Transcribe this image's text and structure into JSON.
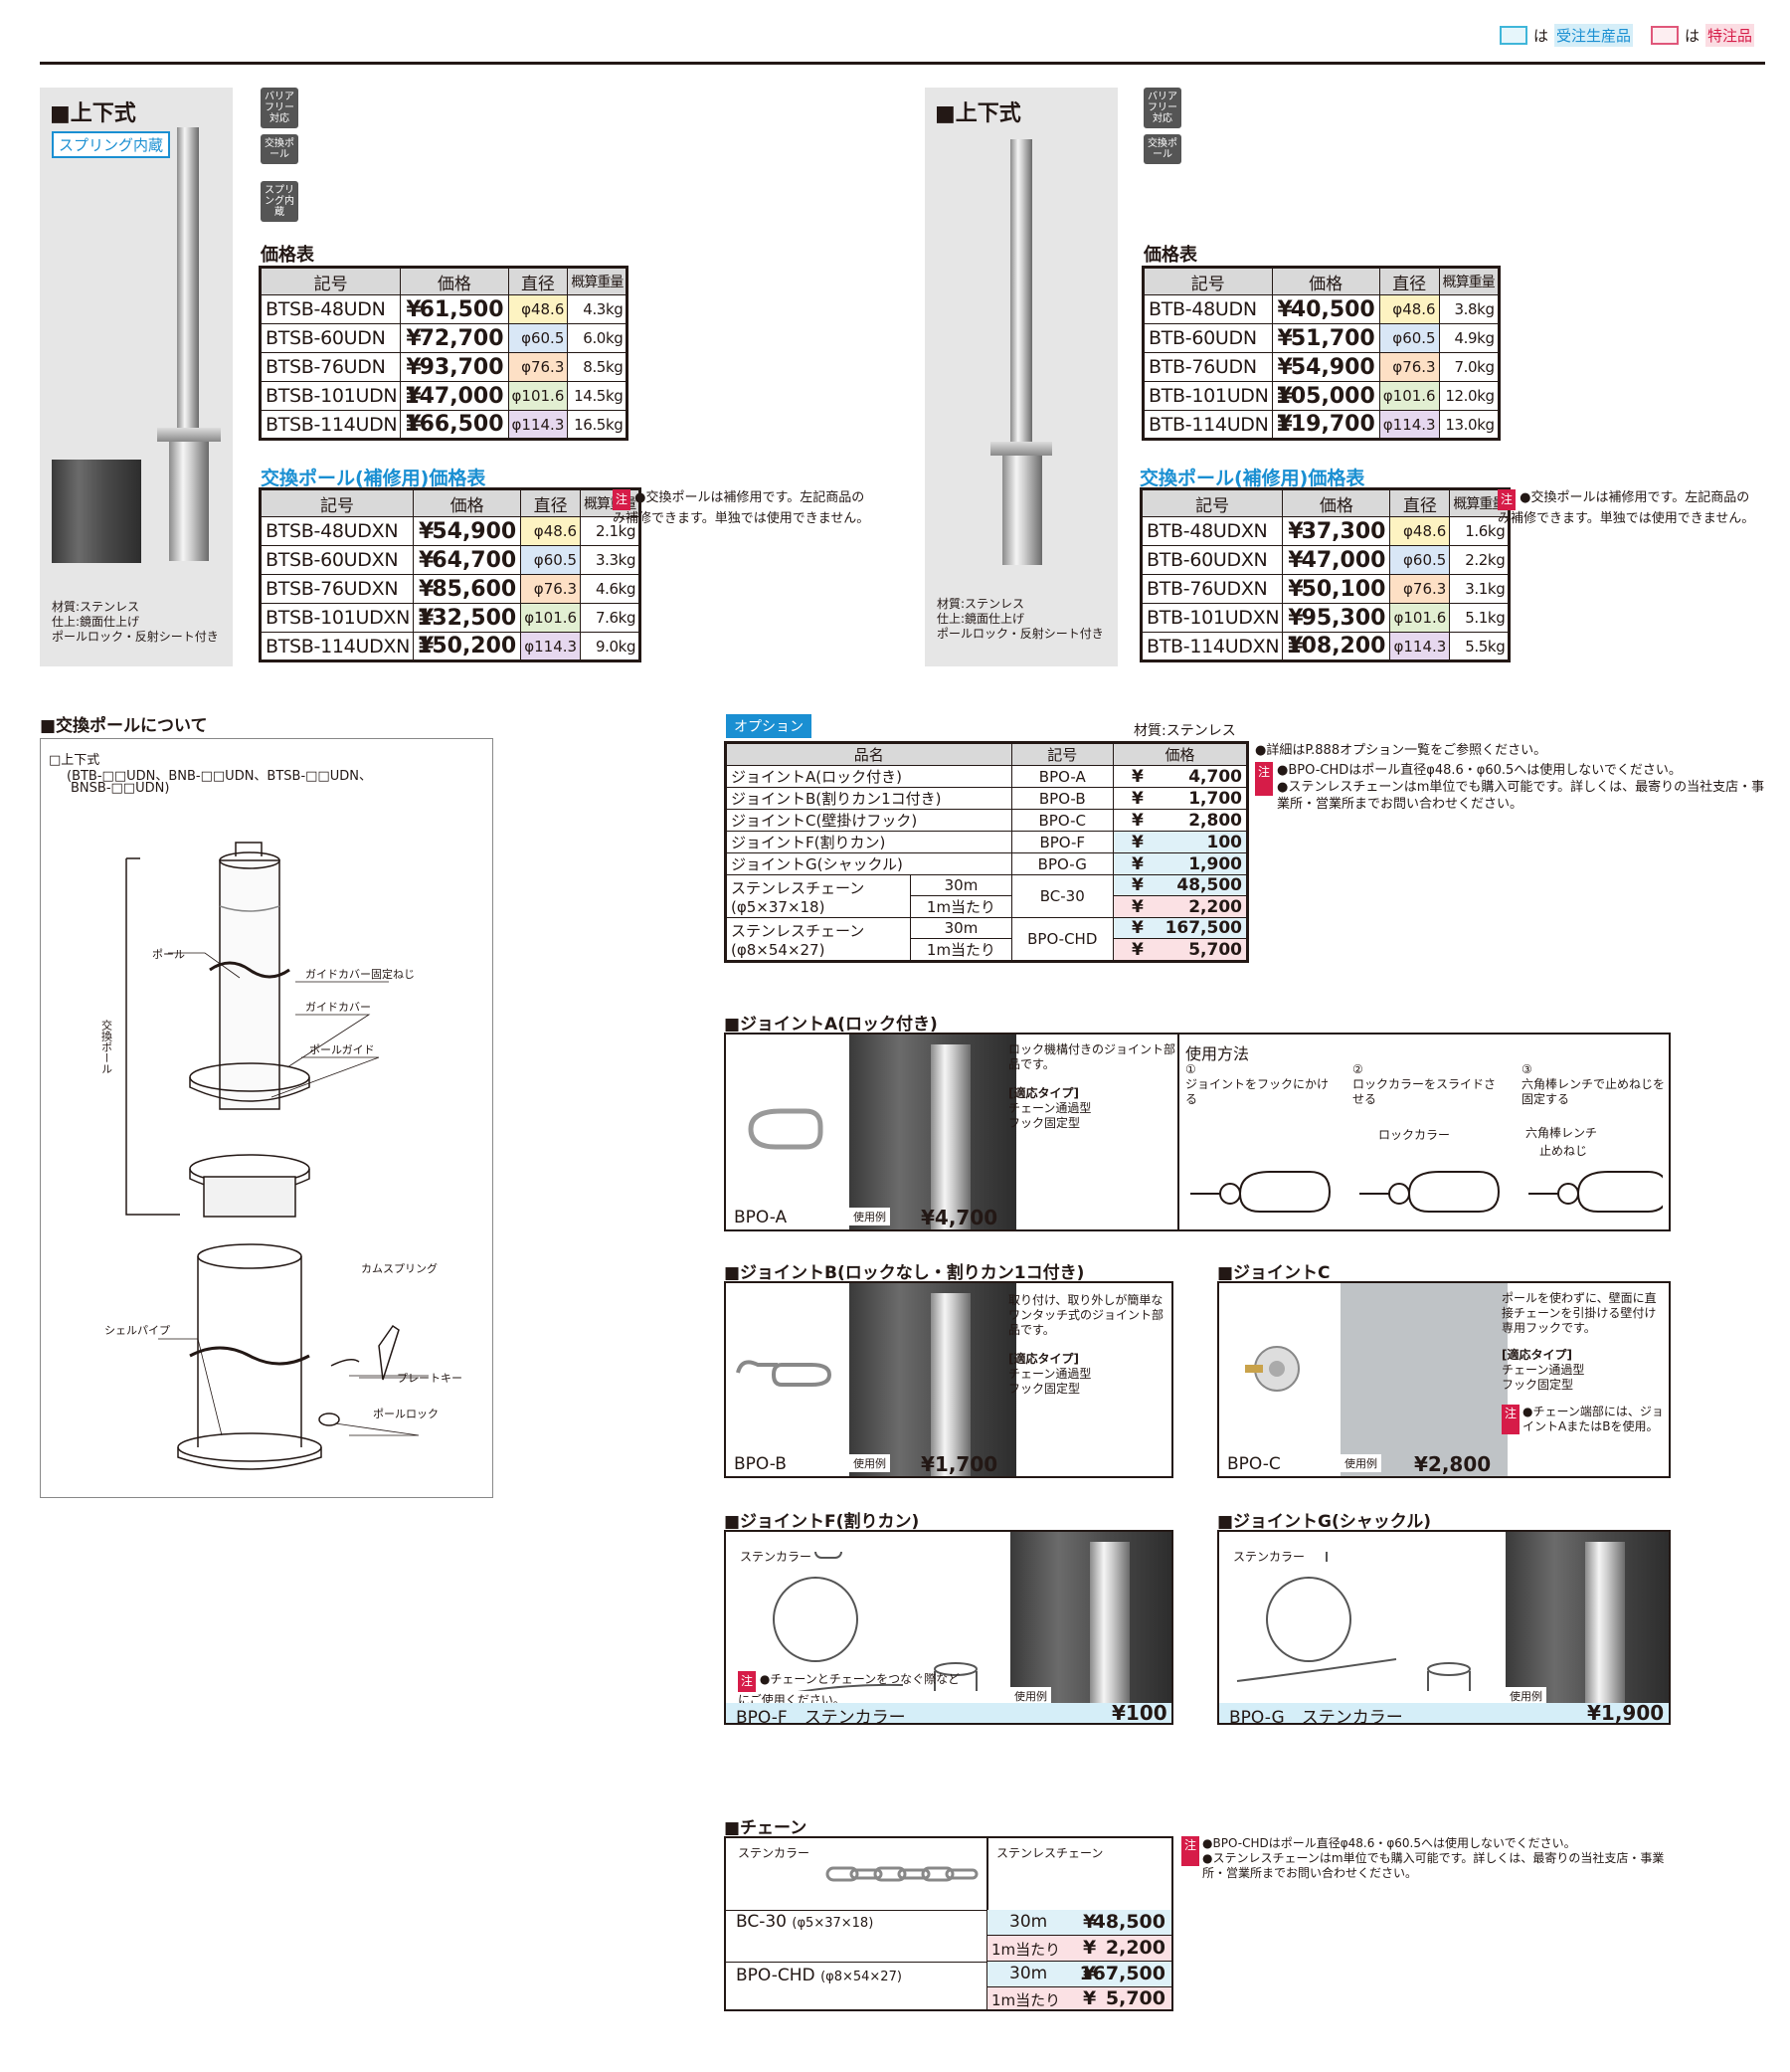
{
  "legend": {
    "made_to_order": "受注生産品",
    "special": "特注品",
    "ha": "は"
  },
  "left_product": {
    "heading": "■上下式",
    "spring_label": "スプリング内蔵",
    "badges": [
      "バリアフリー対応",
      "交換ポール",
      "スプリング内蔵"
    ],
    "material": [
      "材質:ステンレス",
      "仕上:鏡面仕上げ",
      "ポールロック・反射シート付き"
    ],
    "price_title": "価格表",
    "headers": [
      "記号",
      "価格",
      "直径",
      "概算重量"
    ],
    "rows": [
      {
        "code": "BTSB-48UDN",
        "price": "61,500",
        "dia": "48.6",
        "wt": "4.3kg"
      },
      {
        "code": "BTSB-60UDN",
        "price": "72,700",
        "dia": "60.5",
        "wt": "6.0kg"
      },
      {
        "code": "BTSB-76UDN",
        "price": "93,700",
        "dia": "76.3",
        "wt": "8.5kg"
      },
      {
        "code": "BTSB-101UDN",
        "price": "147,000",
        "dia": "101.6",
        "wt": "14.5kg"
      },
      {
        "code": "BTSB-114UDN",
        "price": "166,500",
        "dia": "114.3",
        "wt": "16.5kg"
      }
    ],
    "repl_title": "交換ポール(補修用)価格表",
    "repl_rows": [
      {
        "code": "BTSB-48UDXN",
        "price": "54,900",
        "dia": "48.6",
        "wt": "2.1kg"
      },
      {
        "code": "BTSB-60UDXN",
        "price": "64,700",
        "dia": "60.5",
        "wt": "3.3kg"
      },
      {
        "code": "BTSB-76UDXN",
        "price": "85,600",
        "dia": "76.3",
        "wt": "4.6kg"
      },
      {
        "code": "BTSB-101UDXN",
        "price": "132,500",
        "dia": "101.6",
        "wt": "7.6kg"
      },
      {
        "code": "BTSB-114UDXN",
        "price": "150,200",
        "dia": "114.3",
        "wt": "9.0kg"
      }
    ],
    "note": "●交換ポールは補修用です。左記商品のみ補修できます。単独では使用できません。"
  },
  "right_product": {
    "heading": "■上下式",
    "badges": [
      "バリアフリー対応",
      "交換ポール"
    ],
    "material": [
      "材質:ステンレス",
      "仕上:鏡面仕上げ",
      "ポールロック・反射シート付き"
    ],
    "price_title": "価格表",
    "rows": [
      {
        "code": "BTB-48UDN",
        "price": "40,500",
        "dia": "48.6",
        "wt": "3.8kg"
      },
      {
        "code": "BTB-60UDN",
        "price": "51,700",
        "dia": "60.5",
        "wt": "4.9kg"
      },
      {
        "code": "BTB-76UDN",
        "price": "54,900",
        "dia": "76.3",
        "wt": "7.0kg"
      },
      {
        "code": "BTB-101UDN",
        "price": "105,000",
        "dia": "101.6",
        "wt": "12.0kg"
      },
      {
        "code": "BTB-114UDN",
        "price": "119,700",
        "dia": "114.3",
        "wt": "13.0kg"
      }
    ],
    "repl_title": "交換ポール(補修用)価格表",
    "repl_rows": [
      {
        "code": "BTB-48UDXN",
        "price": "37,300",
        "dia": "48.6",
        "wt": "1.6kg"
      },
      {
        "code": "BTB-60UDXN",
        "price": "47,000",
        "dia": "60.5",
        "wt": "2.2kg"
      },
      {
        "code": "BTB-76UDXN",
        "price": "50,100",
        "dia": "76.3",
        "wt": "3.1kg"
      },
      {
        "code": "BTB-101UDXN",
        "price": "95,300",
        "dia": "101.6",
        "wt": "5.1kg"
      },
      {
        "code": "BTB-114UDXN",
        "price": "108,200",
        "dia": "114.3",
        "wt": "5.5kg"
      }
    ],
    "note": "●交換ポールは補修用です。左記商品のみ補修できます。単独では使用できません。"
  },
  "exchange": {
    "heading": "■交換ポールについて",
    "type": "□上下式",
    "models": "(BTB-□□UDN、BNB-□□UDN、BTSB-□□UDN、",
    "models2": "BNSB-□□UDN)",
    "labels": {
      "pole": "ポール",
      "screw": "ガイドカバー固定ねじ",
      "cover": "ガイドカバー",
      "guide": "ポールガイド",
      "exch": "交換ポール",
      "shell": "シェルパイプ",
      "cam": "カムスプリング",
      "plate": "プレートキー",
      "lock": "ポールロック"
    }
  },
  "options": {
    "tag": "オプション",
    "material": "材質:ステンレス",
    "headers": [
      "品名",
      "記号",
      "価格"
    ],
    "rows": [
      {
        "name": "ジョイントA(ロック付き)",
        "code": "BPO-A",
        "price": "4,700"
      },
      {
        "name": "ジョイントB(割りカン1コ付き)",
        "code": "BPO-B",
        "price": "1,700"
      },
      {
        "name": "ジョイントC(壁掛けフック)",
        "code": "BPO-C",
        "price": "2,800"
      },
      {
        "name": "ジョイントF(割りカン)",
        "code": "BPO-F",
        "price": "100"
      },
      {
        "name": "ジョイントG(シャックル)",
        "code": "BPO-G",
        "price": "1,900"
      }
    ],
    "chain1": {
      "name": "ステンレスチェーン",
      "spec": "(φ5×37×18)",
      "code": "BC-30",
      "q1": "30m",
      "p1": "48,500",
      "q2": "1m当たり",
      "p2": "2,200"
    },
    "chain2": {
      "name": "ステンレスチェーン",
      "spec": "(φ8×54×27)",
      "code": "BPO-CHD",
      "q1": "30m",
      "p1": "167,500",
      "q2": "1m当たり",
      "p2": "5,700"
    },
    "ref": "●詳細はP.888オプション一覧をご参照ください。",
    "notes": [
      "●BPO-CHDはポール直径φ48.6・φ60.5へは使用しないでください。",
      "●ステンレスチェーンはm単位でも購入可能です。詳しくは、最寄りの当社支店・事業所・営業所までお問い合わせください。"
    ]
  },
  "jointA": {
    "heading": "■ジョイントA(ロック付き)",
    "code": "BPO-A",
    "price": "¥4,700",
    "usage": "使用例",
    "desc": "ロック機構付きのジョイント部品です。",
    "type_title": "[適応タイプ]",
    "types": [
      "チェーン通過型",
      "フック固定型"
    ],
    "how": "使用方法",
    "steps": [
      "①",
      "ジョイントをフックにかける",
      "②",
      "ロックカラーをスライドさせる",
      "③",
      "六角棒レンチで止めねじを固定する"
    ],
    "lbl_collar": "ロックカラー",
    "lbl_wrench": "六角棒レンチ",
    "lbl_screw": "止めねじ"
  },
  "jointB": {
    "heading": "■ジョイントB(ロックなし・割りカン1コ付き)",
    "code": "BPO-B",
    "price": "¥1,700",
    "usage": "使用例",
    "desc": "取り付け、取り外しが簡単なワンタッチ式のジョイント部品です。",
    "type_title": "[適応タイプ]",
    "types": [
      "チェーン通過型",
      "フック固定型"
    ]
  },
  "jointC": {
    "heading": "■ジョイントC",
    "code": "BPO-C",
    "price": "¥2,800",
    "usage": "使用例",
    "desc": "ポールを使わずに、壁面に直接チェーンを引掛ける壁付け専用フックです。",
    "type_title": "[適応タイプ]",
    "types": [
      "チェーン通過型",
      "フック固定型"
    ],
    "note": "●チェーン端部には、ジョイントAまたはBを使用。"
  },
  "jointF": {
    "heading": "■ジョイントF(割りカン)",
    "code": "BPO-F",
    "color": "ステンカラー",
    "price": "¥100",
    "usage": "使用例",
    "label": "ステンカラー",
    "note": "●チェーンとチェーンをつなぐ際などにご使用ください。"
  },
  "jointG": {
    "heading": "■ジョイントG(シャックル)",
    "code": "BPO-G",
    "color": "ステンカラー",
    "price": "¥1,900",
    "usage": "使用例",
    "label": "ステンカラー"
  },
  "chain": {
    "heading": "■チェーン",
    "col1": "ステンカラー",
    "col2": "ステンレスチェーン",
    "r1": {
      "code": "BC-30",
      "spec": "(φ5×37×18)",
      "q1": "30m",
      "p1": "48,500",
      "q2": "1m当たり",
      "p2": "2,200"
    },
    "r2": {
      "code": "BPO-CHD",
      "spec": "(φ8×54×27)",
      "q1": "30m",
      "p1": "167,500",
      "q2": "1m当たり",
      "p2": "5,700"
    },
    "notes": [
      "●BPO-CHDはポール直径φ48.6・φ60.5へは使用しないでください。",
      "●ステンレスチェーンはm単位でも購入可能です。詳しくは、最寄りの当社支店・事業所・営業所までお問い合わせください。"
    ]
  },
  "common": {
    "yen": "¥",
    "phi": "φ",
    "chu": "注"
  }
}
